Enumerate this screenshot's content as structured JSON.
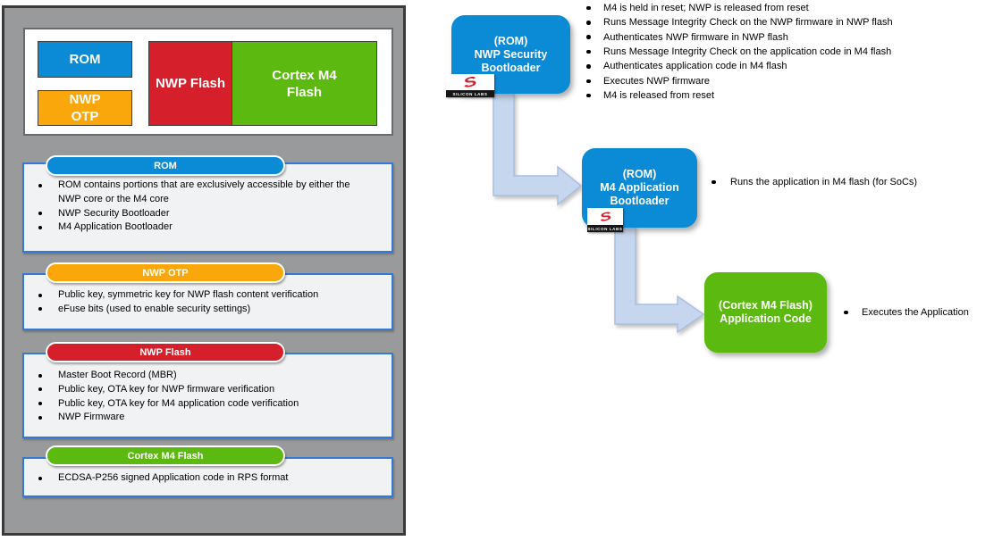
{
  "colors": {
    "blue": "#0b8ad5",
    "orange": "#f9a70a",
    "red": "#d5202b",
    "green": "#5cb90f",
    "arrow_fill": "#c6d6ef",
    "panel_gray": "#999a9b",
    "section_border_blue": "#3279d8"
  },
  "memory_overview": {
    "blocks": [
      {
        "id": "rom",
        "label_lines": [
          "ROM"
        ]
      },
      {
        "id": "nwp-otp",
        "label_lines": [
          "NWP",
          "OTP"
        ]
      },
      {
        "id": "nwp-flash",
        "label_lines": [
          "NWP Flash"
        ]
      },
      {
        "id": "cortex-m4-flash",
        "label_lines": [
          "Cortex M4",
          "Flash"
        ]
      }
    ]
  },
  "sections": [
    {
      "title": "ROM",
      "bullets": [
        "ROM contains portions that are exclusively accessible by either the NWP core or the M4 core",
        "NWP Security Bootloader",
        "M4 Application Bootloader"
      ]
    },
    {
      "title": "NWP OTP",
      "bullets": [
        "Public key, symmetric key for NWP flash content verification",
        "eFuse bits (used to enable security settings)"
      ]
    },
    {
      "title": "NWP Flash",
      "bullets": [
        "Master Boot Record (MBR)",
        "Public key, OTA key for NWP firmware verification",
        "Public key, OTA key for M4 application code verification",
        "NWP Firmware"
      ]
    },
    {
      "title": "Cortex M4 Flash",
      "bullets": [
        "ECDSA-P256 signed Application code in RPS format"
      ]
    }
  ],
  "flow": {
    "logo_monogram": "S",
    "logo_brand": "SILICON LABS",
    "nodes": [
      {
        "title_lines": [
          "(ROM)",
          "NWP Security",
          "Bootloader"
        ],
        "bullets": [
          "M4 is held in reset; NWP is released from reset",
          "Runs Message Integrity Check on the NWP firmware in NWP flash",
          "Authenticates NWP firmware in NWP flash",
          "Runs Message Integrity Check on the application code in M4 flash",
          "Authenticates application code in M4 flash",
          "Executes NWP firmware",
          "M4 is released from reset"
        ]
      },
      {
        "title_lines": [
          "(ROM)",
          "M4 Application",
          "Bootloader"
        ],
        "bullets": [
          "Runs the application in M4 flash (for SoCs)"
        ]
      },
      {
        "title_lines": [
          "(Cortex M4 Flash)",
          "Application Code"
        ],
        "bullets": [
          "Executes the Application"
        ]
      }
    ]
  }
}
